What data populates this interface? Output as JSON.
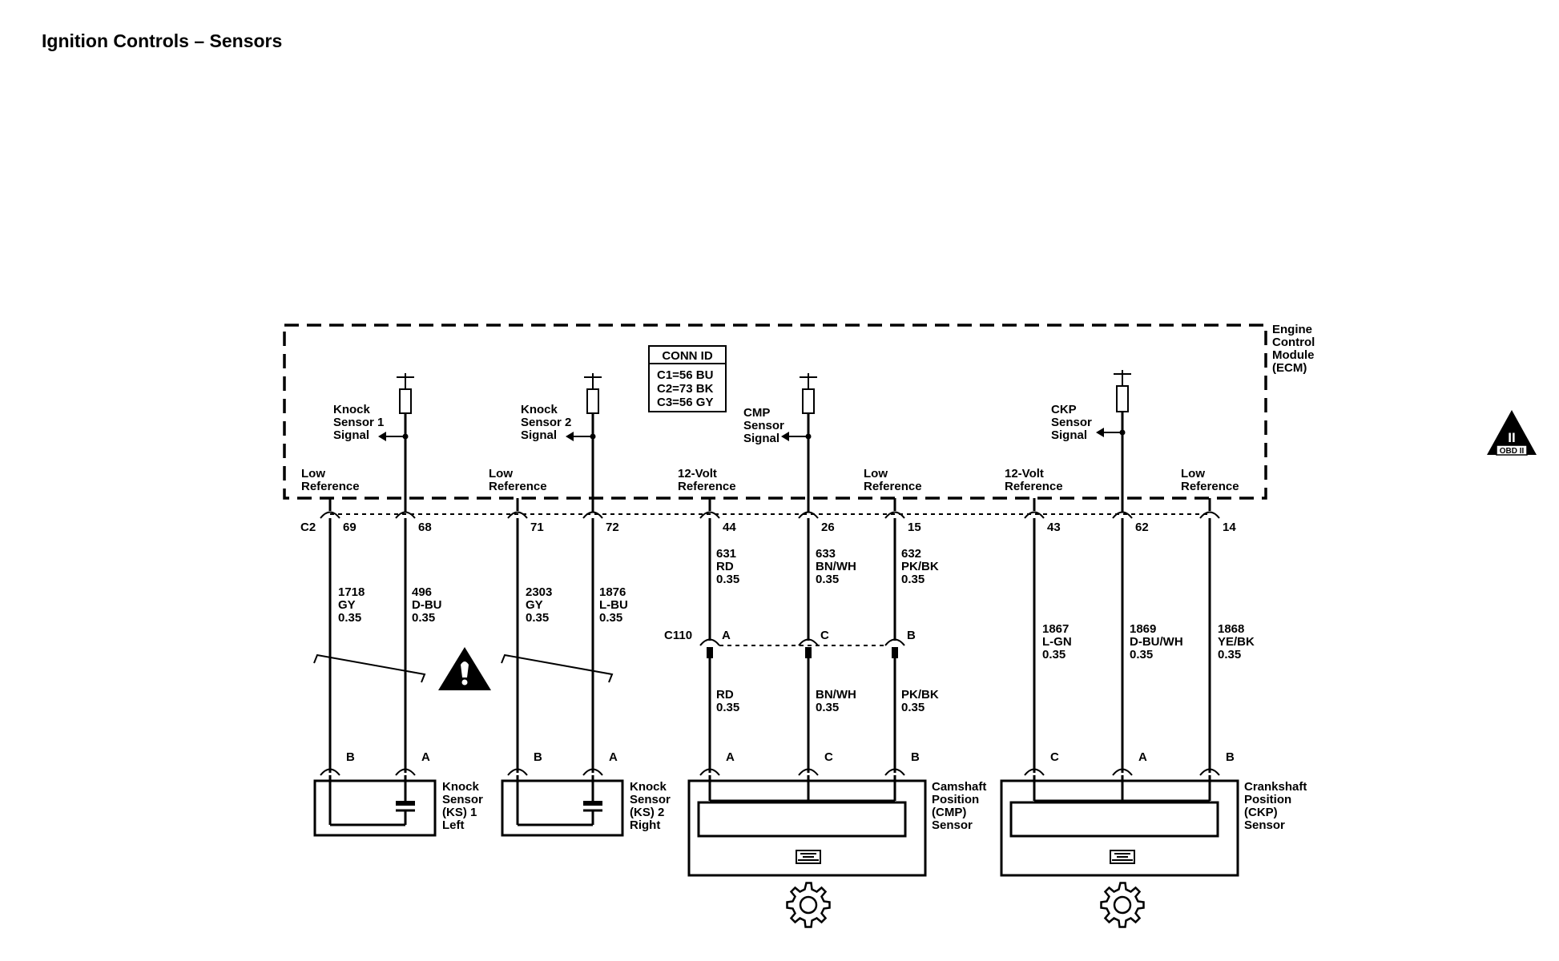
{
  "title": "Ignition Controls – Sensors",
  "ecm_label": [
    "Engine",
    "Control",
    "Module",
    "(ECM)"
  ],
  "conn_id": {
    "header": "CONN ID",
    "lines": [
      "C1=56 BU",
      "C2=73 BK",
      "C3=56 GY"
    ]
  },
  "signals": {
    "ks1": [
      "Knock",
      "Sensor 1",
      "Signal"
    ],
    "ks2": [
      "Knock",
      "Sensor 2",
      "Signal"
    ],
    "cmp": [
      "CMP",
      "Sensor",
      "Signal"
    ],
    "ckp": [
      "CKP",
      "Sensor",
      "Signal"
    ]
  },
  "refs": {
    "low": [
      "Low",
      "Reference"
    ],
    "volt12": [
      "12-Volt",
      "Reference"
    ]
  },
  "connector_c2": "C2",
  "connector_c110": "C110",
  "pins": [
    "69",
    "68",
    "71",
    "72",
    "44",
    "26",
    "15",
    "43",
    "62",
    "14"
  ],
  "wires_upper": [
    [
      "1718",
      "GY",
      "0.35"
    ],
    [
      "496",
      "D-BU",
      "0.35"
    ],
    [
      "2303",
      "GY",
      "0.35"
    ],
    [
      "1876",
      "L-BU",
      "0.35"
    ],
    [
      "631",
      "RD",
      "0.35"
    ],
    [
      "633",
      "BN/WH",
      "0.35"
    ],
    [
      "632",
      "PK/BK",
      "0.35"
    ],
    [
      "1867",
      "L-GN",
      "0.35"
    ],
    [
      "1869",
      "D-BU/WH",
      "0.35"
    ],
    [
      "1868",
      "YE/BK",
      "0.35"
    ]
  ],
  "c110_pins": [
    "A",
    "C",
    "B"
  ],
  "wires_lower": [
    [
      "RD",
      "0.35"
    ],
    [
      "BN/WH",
      "0.35"
    ],
    [
      "PK/BK",
      "0.35"
    ]
  ],
  "sensor_pins": [
    "B",
    "A",
    "B",
    "A",
    "A",
    "C",
    "B",
    "C",
    "A",
    "B"
  ],
  "sensors": {
    "ks1": [
      "Knock",
      "Sensor",
      "(KS) 1",
      "Left"
    ],
    "ks2": [
      "Knock",
      "Sensor",
      "(KS) 2",
      "Right"
    ],
    "cmp": [
      "Camshaft",
      "Position",
      "(CMP)",
      "Sensor"
    ],
    "ckp": [
      "Crankshaft",
      "Position",
      "(CKP)",
      "Sensor"
    ]
  },
  "obd_badge": {
    "roman": "II",
    "text": "OBD II"
  },
  "icons": [
    "warning-icon",
    "obd-ii-icon",
    "gear-icon",
    "fuse-icon",
    "arrow-left-icon",
    "ground-icon"
  ]
}
